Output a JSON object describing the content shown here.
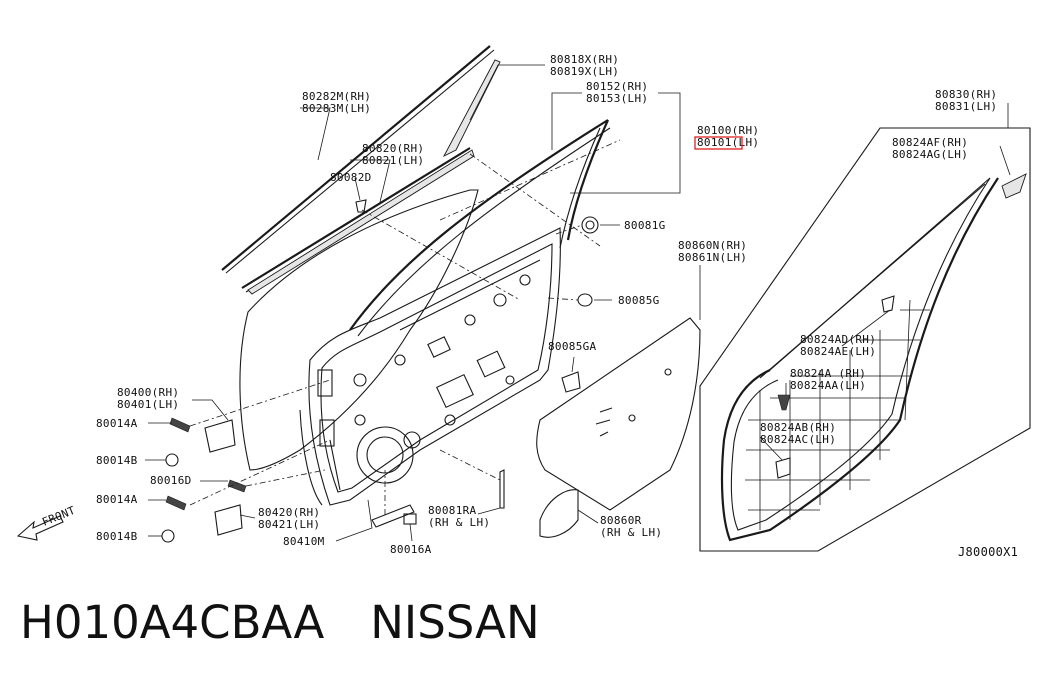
{
  "labels": {
    "p80818": [
      "80818X(RH)",
      "80819X(LH)"
    ],
    "p80282": [
      "80282M(RH)",
      "80283M(LH)"
    ],
    "p80152": [
      "80152(RH)",
      "80153(LH)"
    ],
    "p80100": [
      "80100(RH)",
      "80101(LH)"
    ],
    "p80820": [
      "80820(RH)",
      "80821(LH)"
    ],
    "p80082": [
      "80082D"
    ],
    "p80830": [
      "80830(RH)",
      "80831(LH)"
    ],
    "p80824af": [
      "80824AF(RH)",
      "80824AG(LH)"
    ],
    "p80081g": [
      "80081G"
    ],
    "p80860n": [
      "80860N(RH)",
      "80861N(LH)"
    ],
    "p80085g": [
      "80085G"
    ],
    "p80085ga": [
      "80085GA"
    ],
    "p80824ad": [
      "80824AD(RH)",
      "80824AE(LH)"
    ],
    "p80824a": [
      "80824A (RH)",
      "80824AA(LH)"
    ],
    "p80824ab": [
      "80824AB(RH)",
      "80824AC(LH)"
    ],
    "p80400": [
      "80400(RH)",
      "80401(LH)"
    ],
    "p80014a_1": [
      "80014A"
    ],
    "p80014b_1": [
      "80014B"
    ],
    "p80016d": [
      "80016D"
    ],
    "p80014a_2": [
      "80014A"
    ],
    "p80014b_2": [
      "80014B"
    ],
    "p80420": [
      "80420(RH)",
      "80421(LH)"
    ],
    "p80410m": [
      "80410M"
    ],
    "p80016a": [
      "80016A"
    ],
    "p80081ra": [
      "80081RA",
      "(RH & LH)"
    ],
    "p80860r": [
      "80860R",
      "(RH & LH)"
    ],
    "front": "FRONT",
    "figure_id": "J80000X1"
  },
  "highlight": {
    "part": "80101",
    "color": "#e02020"
  },
  "caption": {
    "code": "H010A4CBAA",
    "brand": "NISSAN"
  }
}
